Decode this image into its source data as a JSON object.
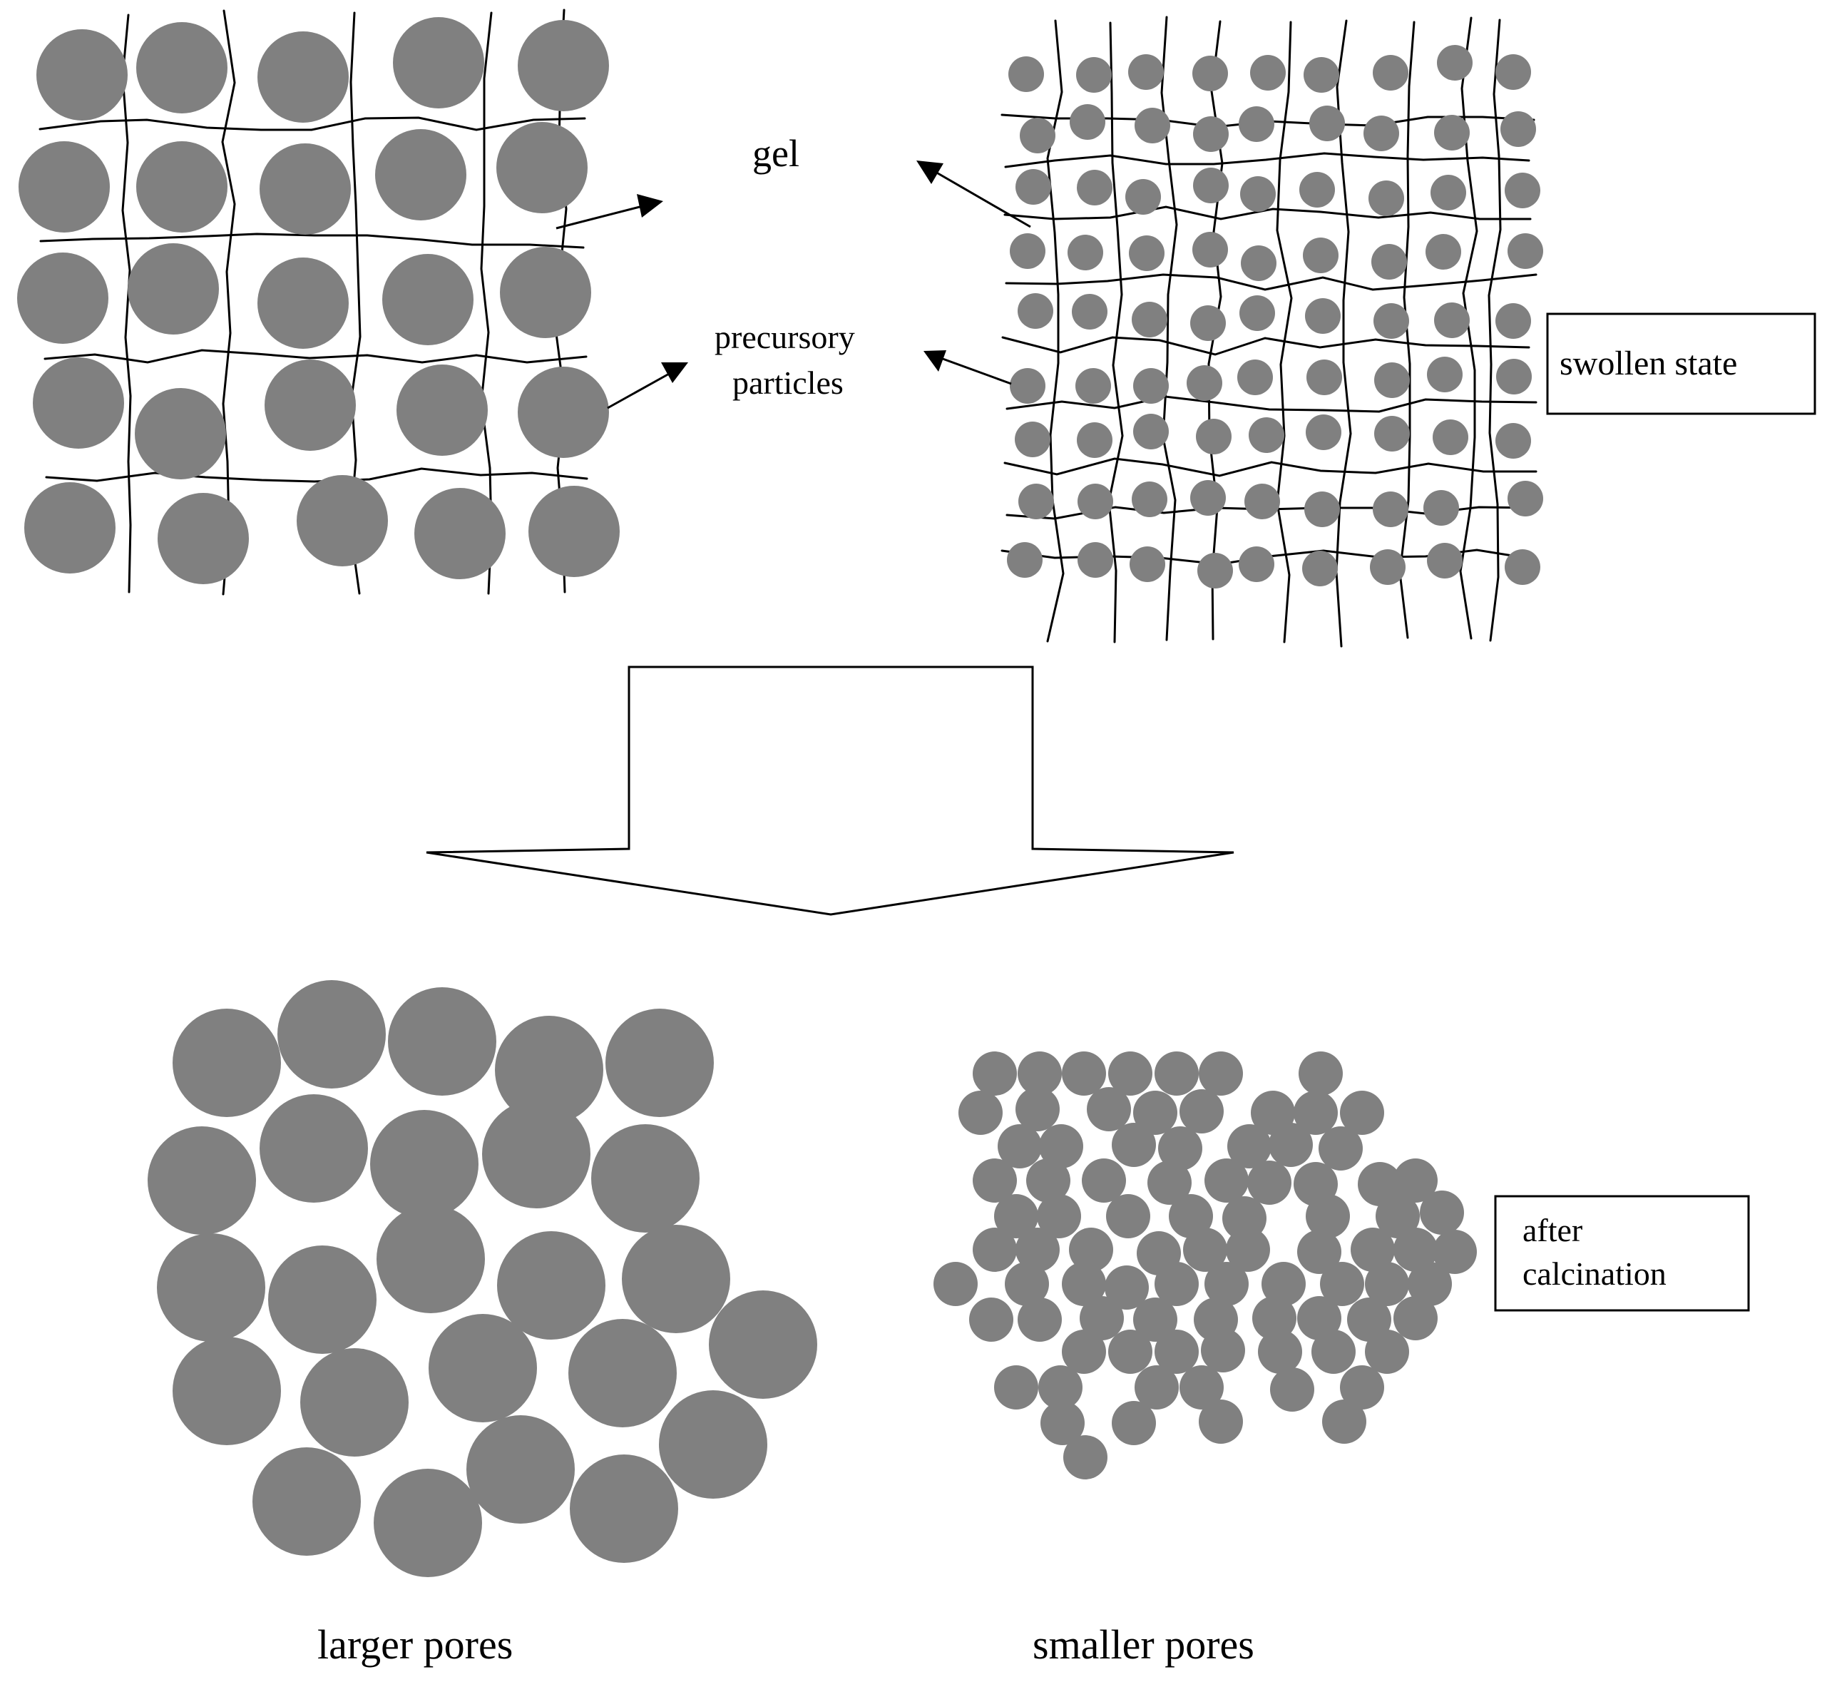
{
  "labels": {
    "gel": "gel",
    "precursory_line1": "precursory",
    "precursory_line2": "particles",
    "swollen_state": "swollen state",
    "after_line1": "after",
    "after_line2": "calcination",
    "larger_pores": "larger pores",
    "smaller_pores": "smaller pores"
  },
  "colors": {
    "particle": "#808080",
    "line": "#000000",
    "background": "#ffffff"
  }
}
